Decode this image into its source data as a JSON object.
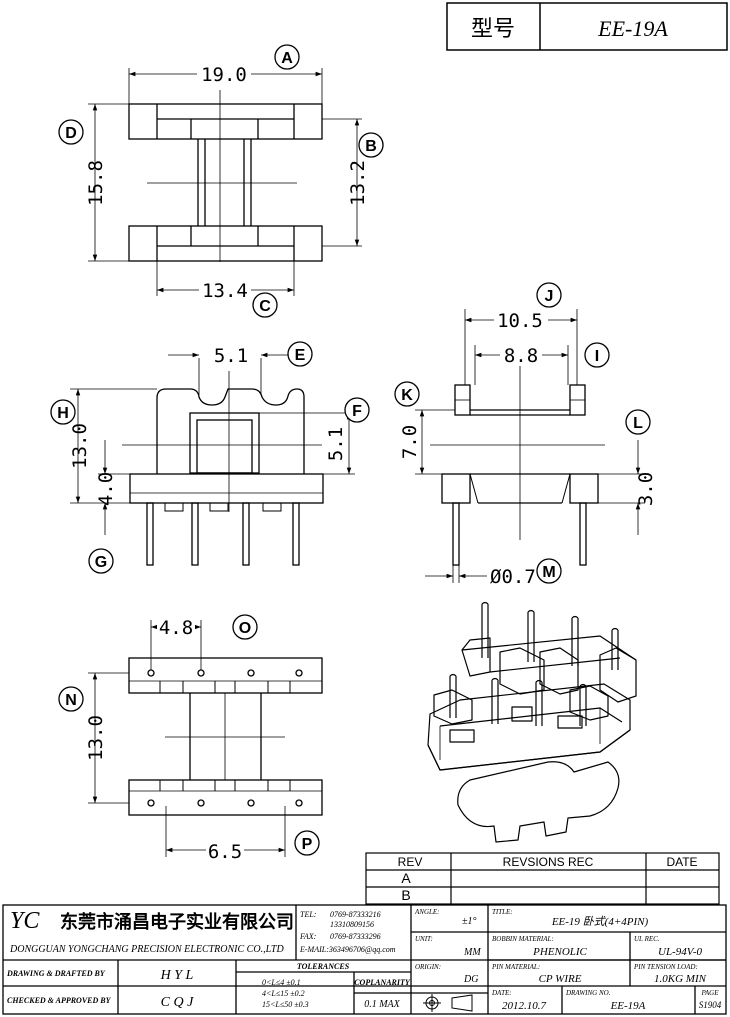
{
  "header": {
    "model_label": "型号",
    "model_value": "EE-19A"
  },
  "dims": {
    "A": {
      "label": "A",
      "value": "19.0"
    },
    "B": {
      "label": "B",
      "value": "13.2"
    },
    "C": {
      "label": "C",
      "value": "13.4"
    },
    "D": {
      "label": "D",
      "value": "15.8"
    },
    "E": {
      "label": "E",
      "value": "5.1"
    },
    "F": {
      "label": "F",
      "value": "5.1"
    },
    "G": {
      "label": "G",
      "value": "4.0"
    },
    "H": {
      "label": "H",
      "value": "13.0"
    },
    "I": {
      "label": "I",
      "value": "8.8"
    },
    "J": {
      "label": "J",
      "value": "10.5"
    },
    "K": {
      "label": "K",
      "value": "7.0"
    },
    "L": {
      "label": "L",
      "value": "3.0"
    },
    "M": {
      "label": "M",
      "value": "Ø0.7"
    },
    "N": {
      "label": "N",
      "value": "13.0"
    },
    "O": {
      "label": "O",
      "value": "4.8"
    },
    "P": {
      "label": "P",
      "value": "6.5"
    }
  },
  "revisions": {
    "col_rev": "REV",
    "col_rec": "REVSIONS REC",
    "col_date": "DATE",
    "rows": [
      "A",
      "B"
    ]
  },
  "title_block": {
    "logo": "YC",
    "company_cn": "东莞市涌昌电子实业有限公司",
    "company_en": "DONGGUAN YONGCHANG PRECISION ELECTRONIC CO.,LTD",
    "tel_label": "TEL:",
    "tel1": "0769-87333216",
    "tel2": "13310809156",
    "fax_label": "FAX:",
    "fax": "0769-87333296",
    "email": "E-MAIL:363496706@qq.com",
    "angle_label": "ANGLE:",
    "angle_value": "±1°",
    "title_label": "TITLE:",
    "title_value": "EE-19 卧式(4+4PIN)",
    "unit_label": "UNIT:",
    "unit_value": "MM",
    "bobbin_label": "BOBBIN MATERIAL:",
    "bobbin_value": "PHENOLIC",
    "ul_label": "UL REC.",
    "ul_value": "UL-94V-0",
    "origin_label": "ORIGIN:",
    "origin_value": "DG",
    "pin_label": "PIN MATERIAL:",
    "pin_value": "CP WIRE",
    "tension_label": "PIN TENSION LOAD:",
    "tension_value": "1.0KG MIN",
    "drawn_label": "DRAWING & DRAFTED BY",
    "drawn_value": "H Y L",
    "checked_label": "CHECKED & APPROVED BY",
    "checked_value": "C Q J",
    "tol_label": "TOLERANCES",
    "tol1": "0<L≤4   ±0.1",
    "tol2": "4<L≤15  ±0.2",
    "tol3": "15<L≤50  ±0.3",
    "cop_label": "COPLANARITY",
    "cop_value": "0.1 MAX",
    "date_label": "DATE:",
    "date_value": "2012.10.7",
    "drawno_label": "DRAWING NO.",
    "drawno_value": "EE-19A",
    "page_label": "PAGE",
    "page_value": "S1904"
  }
}
